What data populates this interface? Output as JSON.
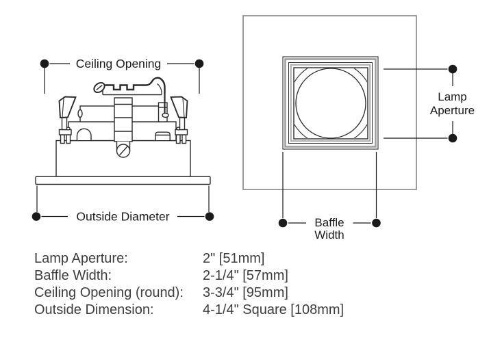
{
  "side_view": {
    "ceiling_opening_label": "Ceiling Opening",
    "outside_diameter_label": "Outside Diameter"
  },
  "front_view": {
    "lamp_aperture_line1": "Lamp",
    "lamp_aperture_line2": "Aperture",
    "baffle_width_line1": "Baffle",
    "baffle_width_line2": "Width"
  },
  "specs": {
    "rows": [
      {
        "label": "Lamp Aperture:",
        "value": "2\" [51mm]"
      },
      {
        "label": "Baffle Width:",
        "value": "2-1/4\" [57mm]"
      },
      {
        "label": "Ceiling Opening (round):",
        "value": "3-3/4\" [95mm]"
      },
      {
        "label": "Outside Dimension:",
        "value": "4-1/4\" Square [108mm]"
      }
    ]
  },
  "colors": {
    "drawing_line": "#2a2a2a",
    "dimension_line": "#1a1a1a",
    "ceiling_panel_outline": "#8c8c8c",
    "trim_gray_line": "#9e9e9e",
    "spec_text": "#3d3d3d"
  }
}
